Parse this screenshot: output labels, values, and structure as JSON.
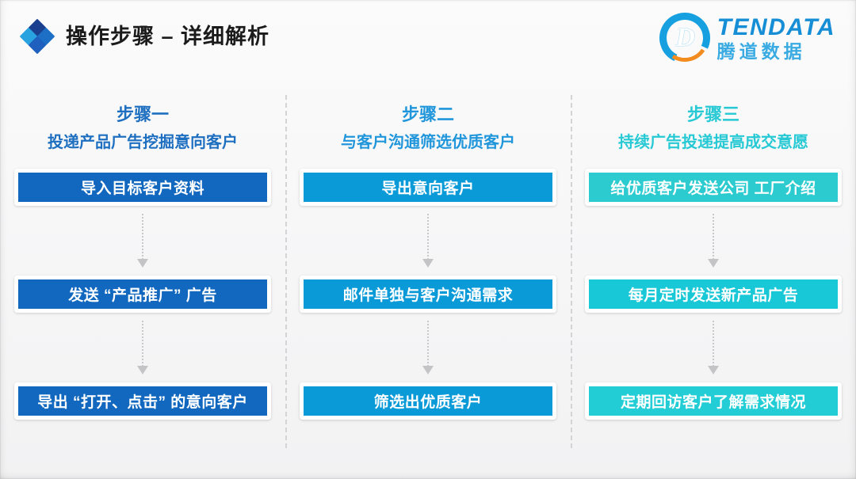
{
  "header": {
    "title": "操作步骤 – 详细解析",
    "icon": "diamond-cluster-icon",
    "logo": {
      "mark_letter": "D",
      "name_en": "TENDATA",
      "name_cn": "腾道数据",
      "brand_blue": "#168ed6",
      "brand_orange": "#f28c1e"
    }
  },
  "columns": [
    {
      "step_label": "步骤一",
      "step_sub": "投递产品广告挖掘意向客户",
      "accent": "#1f6fc0",
      "box_color": "#1268bf",
      "boxes": [
        "导入目标客户资料",
        "发送 “产品推广” 广告",
        "导出 “打开、点击” 的意向客户"
      ]
    },
    {
      "step_label": "步骤二",
      "step_sub": "与客户沟通筛选优质客户",
      "accent": "#2196db",
      "box_color": "#0b9ad8",
      "boxes": [
        "导出意向客户",
        "邮件单独与客户沟通需求",
        "筛选出优质客户"
      ]
    },
    {
      "step_label": "步骤三",
      "step_sub": "持续广告投递提高成交意愿",
      "accent": "#27c9d4",
      "box_color": "#22cdd5",
      "boxes": [
        "给优质客户发送公司 工厂介绍",
        "每月定时发送新产品广告",
        "定期回访客户了解需求情况"
      ]
    }
  ]
}
